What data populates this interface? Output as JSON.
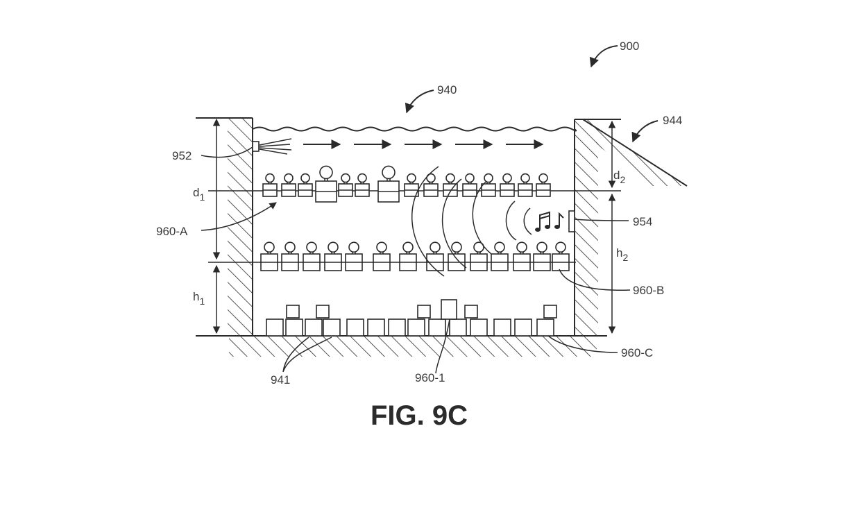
{
  "figure": {
    "title": "FIG. 9C",
    "labels": {
      "system": "900",
      "water": "940",
      "slope": "944",
      "sprinkler": "952",
      "speaker": "954",
      "level_a": "960-A",
      "level_b": "960-B",
      "level_c": "960-C",
      "unit": "960-1",
      "block": "941",
      "d1": "d",
      "d1_sub": "1",
      "d2": "d",
      "d2_sub": "2",
      "h1": "h",
      "h1_sub": "1",
      "h2": "h",
      "h2_sub": "2"
    },
    "colors": {
      "ink": "#2a2a2a",
      "background": "#ffffff"
    },
    "icons": [
      "music-notes-icon",
      "sound-wave-icon",
      "flow-arrow-icon",
      "sprinkler-icon"
    ]
  }
}
